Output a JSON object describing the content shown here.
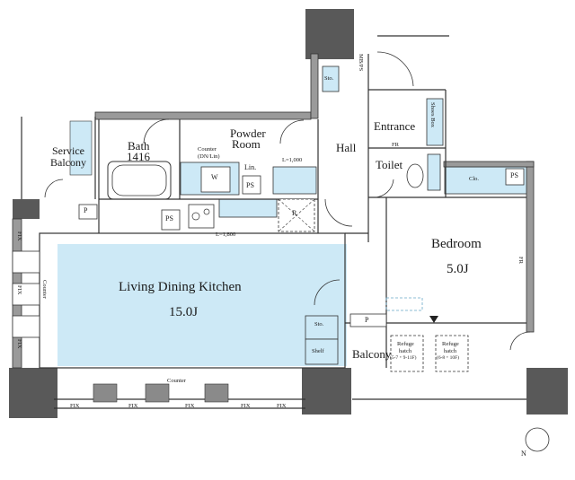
{
  "rooms": {
    "ldk": {
      "name": "Living Dining Kitchen",
      "size": "15.0J"
    },
    "bedroom": {
      "name": "Bedroom",
      "size": "5.0J"
    },
    "bath": {
      "name": "Bath",
      "size": "1416"
    },
    "powder": {
      "name_line1": "Powder",
      "name_line2": "Room"
    },
    "service_balcony": {
      "name_line1": "Service",
      "name_line2": "Balcony"
    },
    "hall": {
      "name": "Hall"
    },
    "entrance": {
      "name": "Entrance"
    },
    "toilet": {
      "name": "Toilet"
    },
    "balcony": {
      "name": "Balcony"
    }
  },
  "labels": {
    "counter_dn_line1": "Counter",
    "counter_dn_line2": "(DN/Lin)",
    "lin": "Lin.",
    "w": "W",
    "ps": "PS",
    "r": "R",
    "l1800": "L=1,800",
    "l1000": "L=1,000",
    "sto": "Sto.",
    "shelf": "Shelf",
    "cloak": "Clo.",
    "mb_ps": "MB/PS",
    "shoes_box": "Shoes Box",
    "fr": "FR",
    "p": "P",
    "fix": "FIX",
    "counter": "Counter",
    "refuge_line1": "Refuge",
    "refuge_line2": "hatch",
    "refuge_a": "(5-7・9-11F)",
    "refuge_b": "(6-8・10F)",
    "north": "N"
  },
  "colors": {
    "wall": "#595959",
    "accent_blue": "#cde9f6",
    "line": "#333333"
  }
}
